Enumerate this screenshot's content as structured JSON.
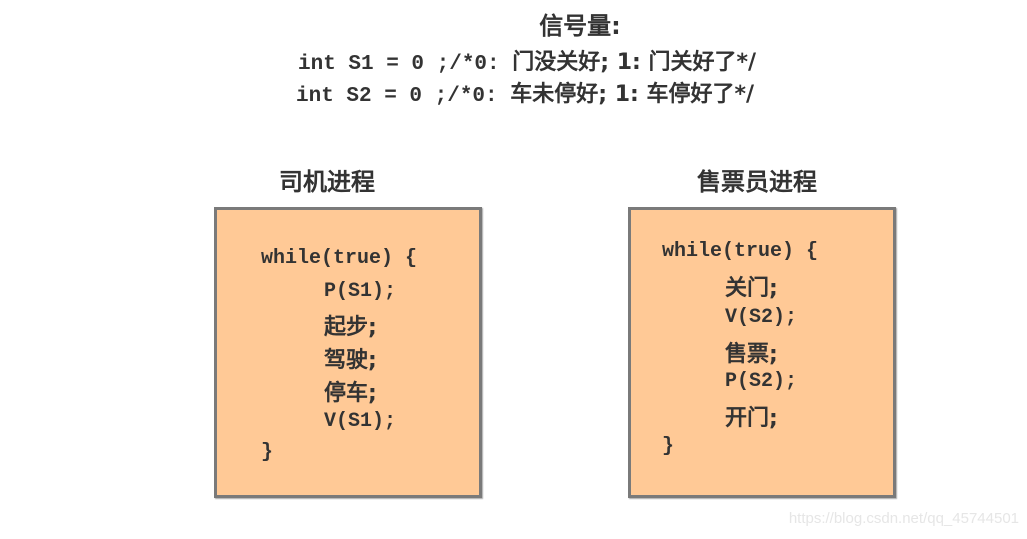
{
  "header": {
    "title": "信号量:",
    "declarations": [
      {
        "code": "int S1 = 0 ;/*0: ",
        "comment": "门没关好; 1: 门关好了*/"
      },
      {
        "code": "int S2 = 0 ;/*0: ",
        "comment": "车未停好; 1: 车停好了*/"
      }
    ]
  },
  "driver": {
    "title": "司机进程",
    "lines": [
      "while(true) {",
      "P(S1);",
      "起步;",
      "驾驶;",
      "停车;",
      "V(S1);",
      "}"
    ]
  },
  "conductor": {
    "title": "售票员进程",
    "lines": [
      "while(true) {",
      "关门;",
      "V(S2);",
      "售票;",
      "P(S2);",
      "开门;",
      "}"
    ]
  },
  "colors": {
    "box_fill": "#FFC996",
    "box_border": "#7a7a7a",
    "text": "#333333"
  },
  "watermark": "https://blog.csdn.net/qq_45744501"
}
